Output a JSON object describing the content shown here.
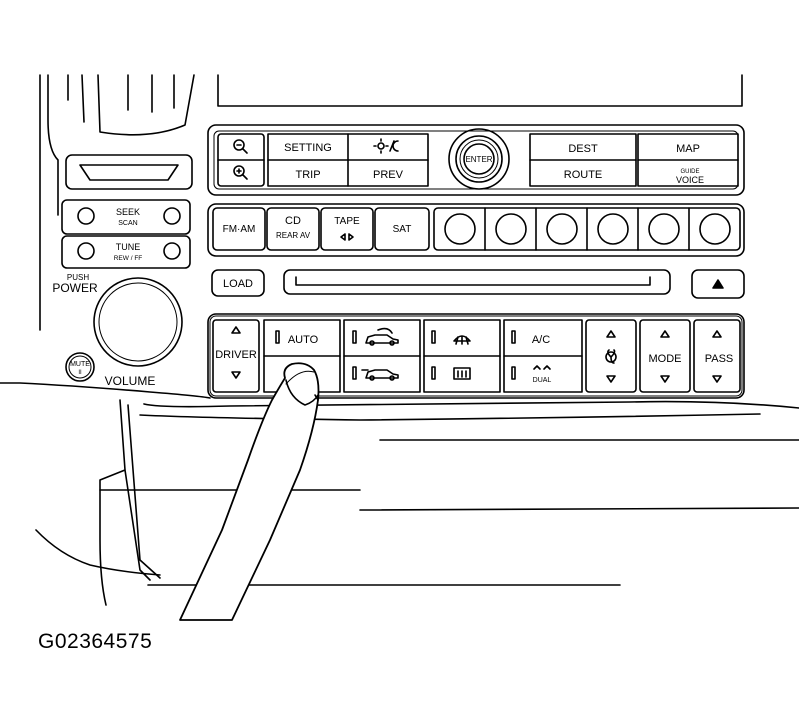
{
  "figure_code": "G02364575",
  "colors": {
    "ink": "#000000",
    "paper": "#ffffff"
  },
  "nav_panel": {
    "zoom_out_icon": "magnifier-minus-icon",
    "zoom_in_icon": "magnifier-plus-icon",
    "setting": "SETTING",
    "trip": "TRIP",
    "day_night_icon": "sun-moon-icon",
    "prev": "PREV",
    "enter": "ENTER",
    "dest": "DEST",
    "route": "ROUTE",
    "map": "MAP",
    "guide_voice_top": "GUIDE",
    "guide_voice_bottom": "VOICE"
  },
  "left_controls": {
    "seek_top": "SEEK",
    "seek_bottom": "SCAN",
    "tune_top": "TUNE",
    "tune_bottom": "REW / FF",
    "power_top": "PUSH",
    "power_bottom": "POWER",
    "mute_top": "MUTE",
    "mute_bottom": "II",
    "volume": "VOLUME"
  },
  "audio_panel": {
    "fm_am": "FM·AM",
    "cd": "CD",
    "rear_av": "REAR AV",
    "tape": "TAPE",
    "tape_icon": "tape-eject-icon",
    "sat": "SAT",
    "load": "LOAD",
    "eject_icon": "eject-icon"
  },
  "climate_panel": {
    "driver": "DRIVER",
    "auto": "AUTO",
    "a_c": "A/C",
    "dual": "DUAL",
    "mode": "MODE",
    "pass": "PASS",
    "recirc_icon": "car-recirculate-icon",
    "fresh_icon": "car-fresh-air-icon",
    "front_defrost_icon": "front-defrost-icon",
    "rear_defrost_icon": "rear-defrost-icon",
    "fan_icon": "fan-icon"
  }
}
